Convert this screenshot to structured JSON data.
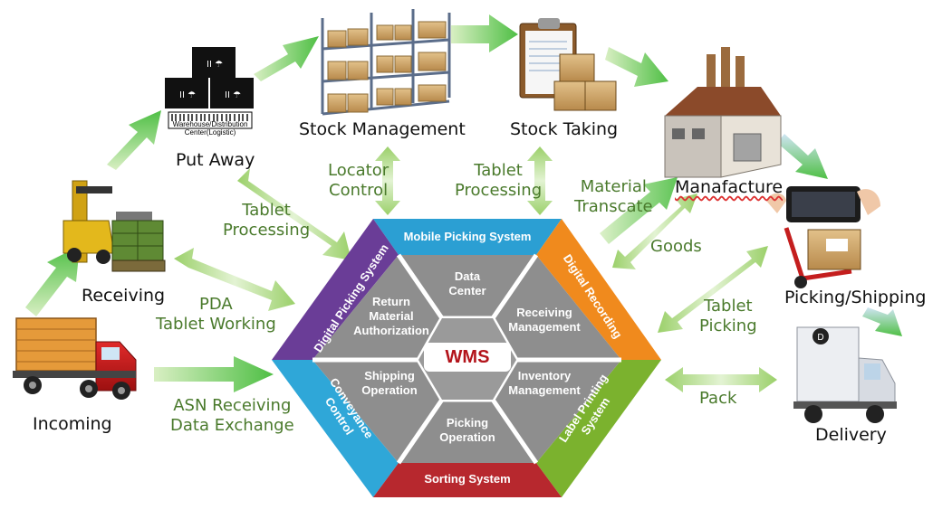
{
  "title": "",
  "wms": "WMS",
  "stations": {
    "incoming": "Incoming",
    "receiving": "Receiving",
    "put_away": "Put Away",
    "stock_management": "Stock Management",
    "stock_taking": "Stock Taking",
    "manufacture": "Manafacture",
    "picking_shipping": "Picking/Shipping",
    "delivery": "Delivery"
  },
  "flows": {
    "asn_line1": "ASN Receiving",
    "asn_line2": "Data Exchange",
    "pda_line1": "PDA",
    "pda_line2": "Tablet Working",
    "tablet_proc_left_line1": "Tablet",
    "tablet_proc_left_line2": "Processing",
    "locator_line1": "Locator",
    "locator_line2": "Control",
    "tablet_proc_top_line1": "Tablet",
    "tablet_proc_top_line2": "Processing",
    "material_line1": "Material",
    "material_line2": "Transcate",
    "goods": "Goods",
    "tablet_picking_line1": "Tablet",
    "tablet_picking_line2": "Picking",
    "pack": "Pack"
  },
  "outer_bands": {
    "top": "Mobile Picking System",
    "upper_left": "Digital Picking System",
    "upper_right": "Digital Recording",
    "lower_left_line1": "Conveyance",
    "lower_left_line2": "Control",
    "lower_right_line1": "Label Printing",
    "lower_right_line2": "System",
    "bottom": "Sorting System"
  },
  "inner_segments": {
    "top_line1": "Data",
    "top_line2": "Center",
    "upper_right_line1": "Receiving",
    "upper_right_line2": "Management",
    "lower_right_line1": "Inventory",
    "lower_right_line2": "Management",
    "bottom_line1": "Picking",
    "bottom_line2": "Operation",
    "lower_left_line1": "Shipping",
    "lower_left_line2": "Operation",
    "upper_left_line1": "Return",
    "upper_left_line2": "Material",
    "upper_left_line3": "Authorization"
  },
  "box_label_line1": "Warehouse/Distribution",
  "box_label_line2": "Center(Logistic)",
  "colors": {
    "top_band": "#2b9fd3",
    "upper_left_band": "#6a3d97",
    "upper_right_band": "#f08a1d",
    "lower_left_band": "#2fa7d8",
    "lower_right_band": "#7bb22e",
    "bottom_band": "#b7282e",
    "inner_gray": "#8e8e8e",
    "flow_text": "#4a7a2c",
    "arrow_green": "#8bc34a"
  }
}
